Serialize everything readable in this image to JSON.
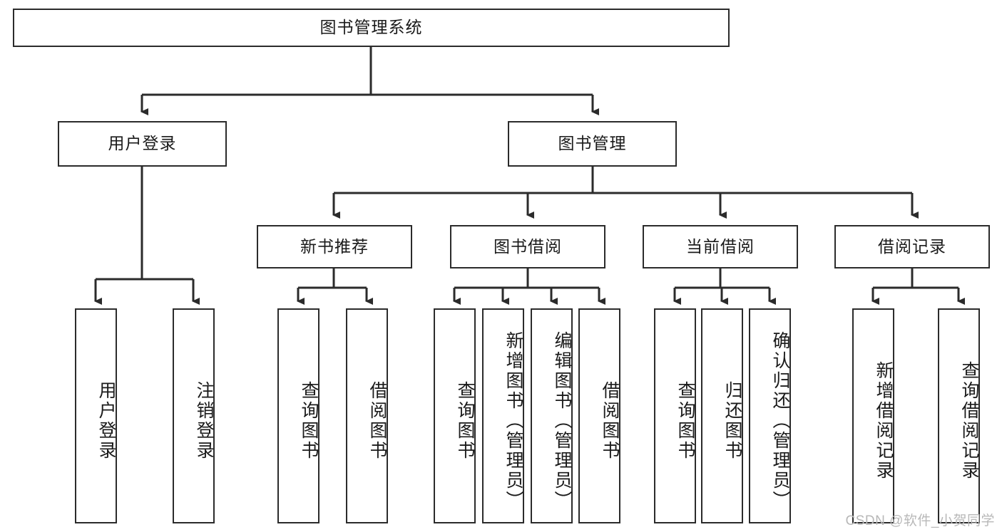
{
  "diagram": {
    "title": "图书管理系统",
    "watermark": "CSDN @软件_小贺同学",
    "line_color": "#2b2b2b",
    "box_border_color": "#2b2b2b",
    "box_fill": "#ffffff",
    "text_color": "#1a1a1a",
    "watermark_color": "#b8b8b8",
    "root": {
      "label": "图书管理系统"
    },
    "level2": [
      {
        "label": "用户登录"
      },
      {
        "label": "图书管理"
      }
    ],
    "level3": [
      {
        "label": "新书推荐"
      },
      {
        "label": "图书借阅"
      },
      {
        "label": "当前借阅"
      },
      {
        "label": "借阅记录"
      }
    ],
    "leaves": {
      "user_login": [
        {
          "label": "用户登录"
        },
        {
          "label": "注销登录"
        }
      ],
      "new_book_recommend": [
        {
          "label": "查询图书"
        },
        {
          "label": "借阅图书"
        }
      ],
      "book_borrow": [
        {
          "label": "查询图书"
        },
        {
          "label": "新增图书（管理员）"
        },
        {
          "label": "编辑图书（管理员）"
        },
        {
          "label": "借阅图书"
        }
      ],
      "current_borrow": [
        {
          "label": "查询图书"
        },
        {
          "label": "归还图书"
        },
        {
          "label": "确认归还（管理员）"
        }
      ],
      "borrow_record": [
        {
          "label": "新增借阅记录"
        },
        {
          "label": "查询借阅记录"
        }
      ]
    }
  }
}
